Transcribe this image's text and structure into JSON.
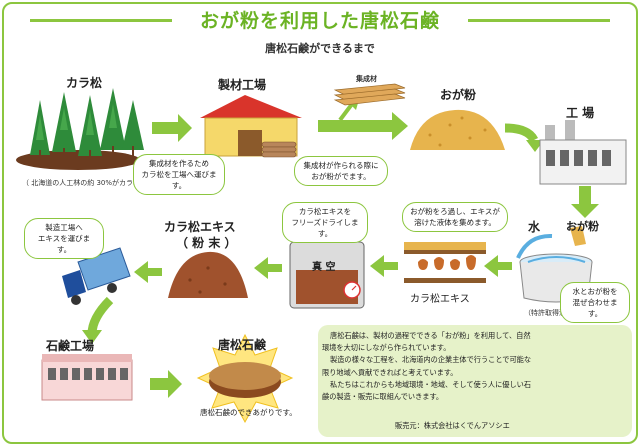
{
  "header": {
    "title": "おが粉を利用した唐松石鹸",
    "subtitle": "唐松石鹸ができるまで"
  },
  "steps": {
    "karamatsu": "カラ松",
    "karamatsu_note": "（ 北海道の人工林の約 30%がカラ松 ）",
    "sawmill": "製材工場",
    "shuseizai": "集成材",
    "ogako": "おが粉",
    "factory": "工 場",
    "water": "水",
    "ogako_small": "おが粉",
    "patent": "（特許取得済）",
    "extract": "カラ松エキス",
    "vacuum": "真 空",
    "powder_line1": "カラ松エキス",
    "powder_line2": "（ 粉 末 ）",
    "soap_factory": "石鹸工場",
    "soap": "唐松石鹸"
  },
  "bubbles": {
    "sawmill_transport": [
      "集成材を作るため",
      "カラ松を工場へ運びます。"
    ],
    "ogako_made": [
      "集成材が作られる際に",
      "おが粉がでます。"
    ],
    "freeze_dry": [
      "カラ松エキスを",
      "フリーズドライします。"
    ],
    "filter": [
      "おが粉をろ過し、エキスが",
      "溶けた液体を集めます。"
    ],
    "mix": [
      "水とおが粉を",
      "混ぜ合わせます。"
    ],
    "deliver": [
      "製造工場へ",
      "エキスを運びます。"
    ],
    "soap_done": [
      "唐松石鹸のできあがりです。"
    ]
  },
  "info": {
    "paragraphs": [
      "唐松石鹸は、製材の過程でできる「おが粉」を利用して、自然環境を大切にしながら作られています。",
      "製造の様々な工程を、北海道内の企業主体で行うことで可能な限り地域へ貢献できればと考えています。",
      "私たちはこれからも地域環境・地域、そして使う人に優しい石鹸の製造・販売に取組んでいきます。"
    ],
    "credit": "販売元：株式会社はくでんアソシエ"
  },
  "colors": {
    "accent_green": "#8cc63f",
    "title_green": "#6bb324",
    "info_bg": "#e6f2c9",
    "sawdust": "#e7b44d",
    "extract_brown": "#a0522d"
  }
}
